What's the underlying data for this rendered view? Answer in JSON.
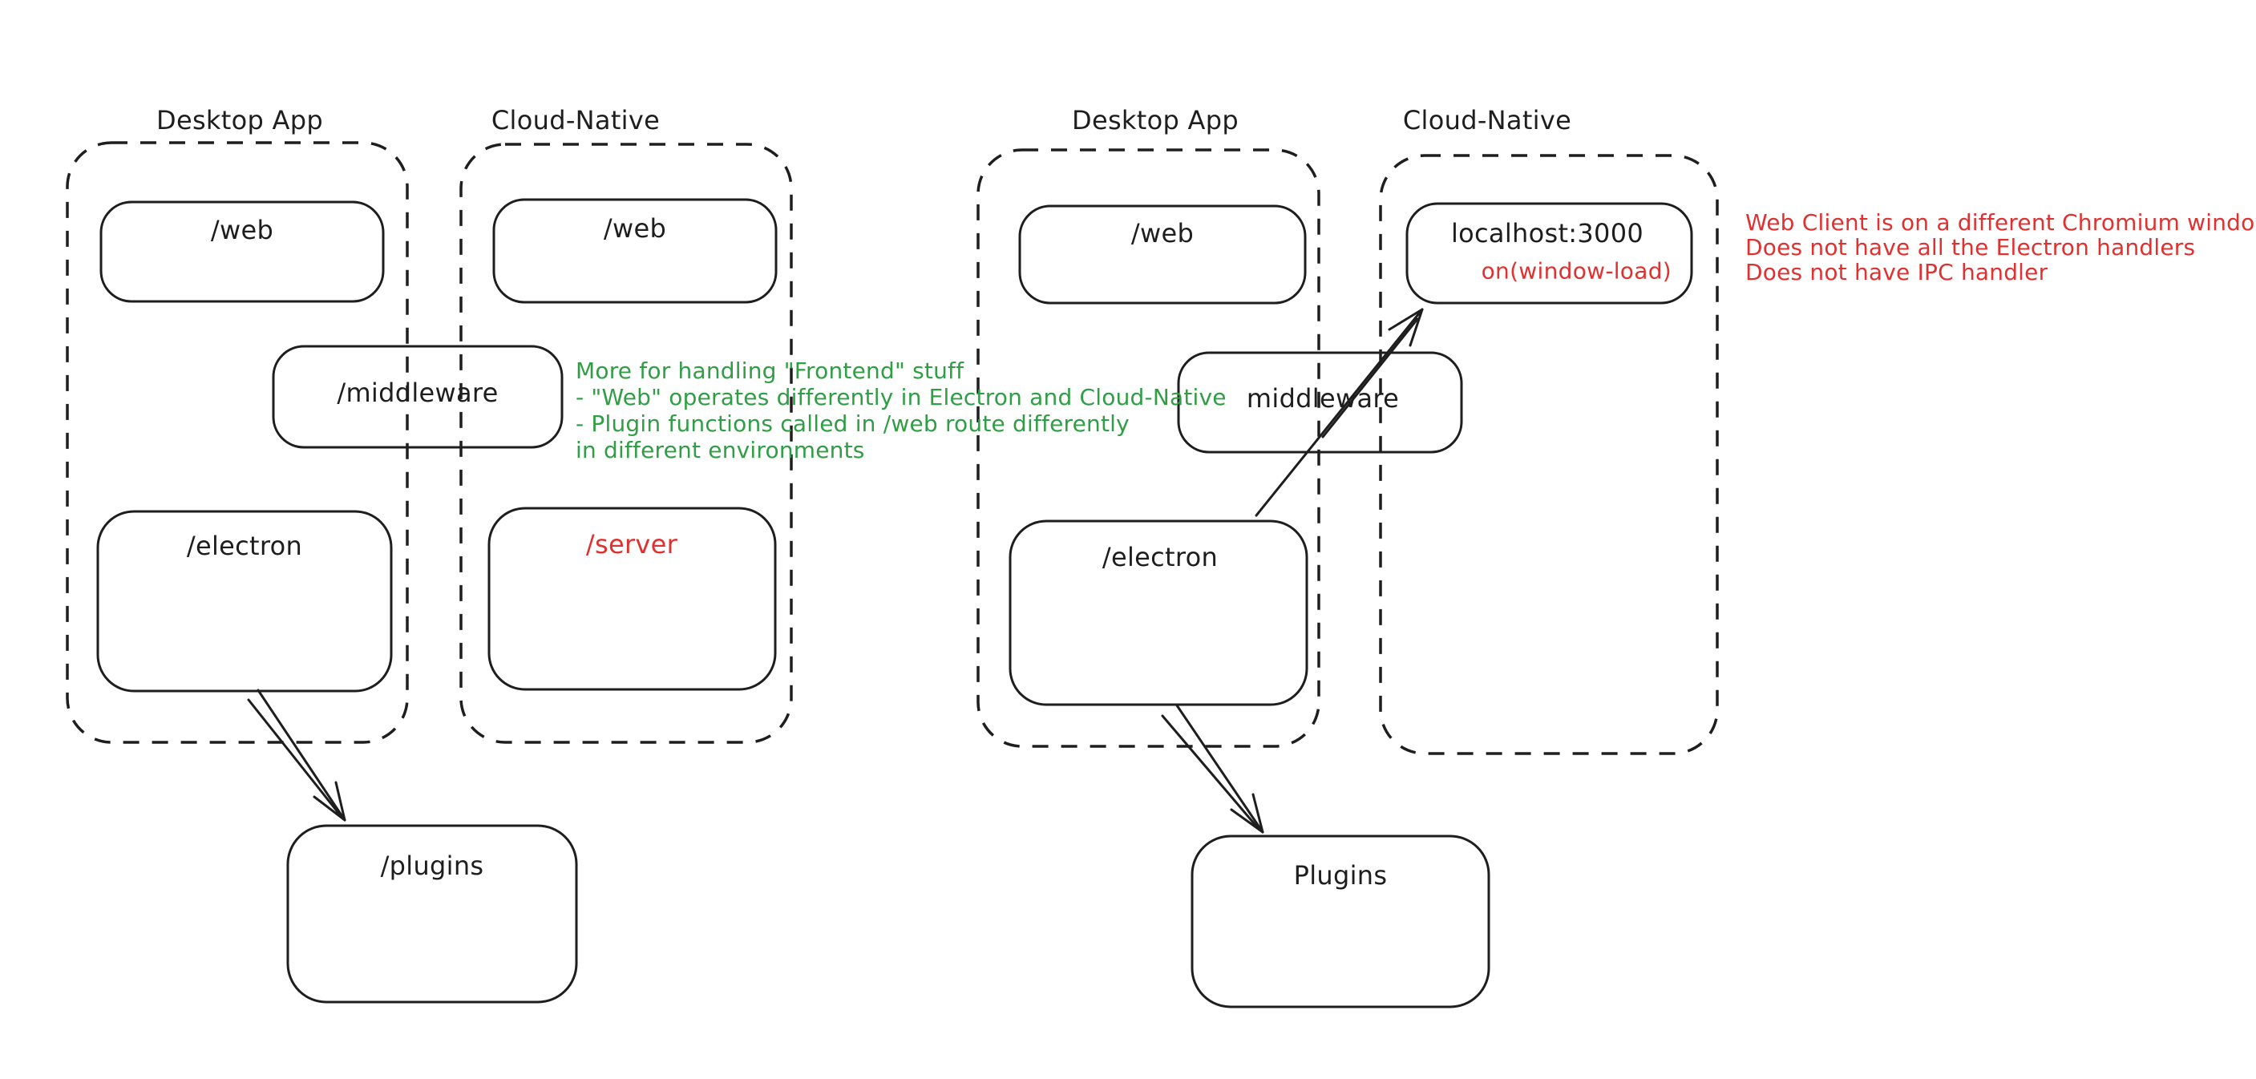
{
  "colors": {
    "ink": "#1e1e1e",
    "red": "#e03131",
    "green": "#2f9e44",
    "background": "#ffffff"
  },
  "left": {
    "header_desktop": "Desktop App",
    "header_cloud": "Cloud-Native",
    "boxes": {
      "web_desktop": "/web",
      "web_cloud": "/web",
      "middleware": "/middleware",
      "electron": "/electron",
      "server": "/server",
      "plugins": "/plugins"
    }
  },
  "green_note": {
    "lines": [
      "More for handling \"Frontend\" stuff",
      "- \"Web\" operates differently in Electron and Cloud-Native",
      "- Plugin functions called in /web route differently",
      "in different environments"
    ]
  },
  "right": {
    "header_desktop": "Desktop App",
    "header_cloud": "Cloud-Native",
    "boxes": {
      "web": "/web",
      "localhost": "localhost:3000",
      "window_load": "on(window-load)",
      "middleware": "middleware",
      "electron": "/electron",
      "plugins": "Plugins"
    }
  },
  "red_note": {
    "lines": [
      "Web Client is on a different Chromium window",
      "Does not have all the Electron handlers",
      "Does not have IPC handler"
    ]
  }
}
